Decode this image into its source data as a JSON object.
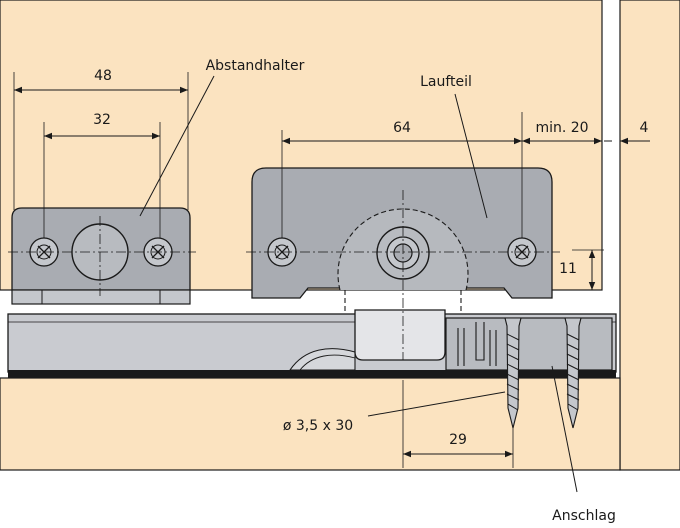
{
  "colors": {
    "wood": "#fbe3c0",
    "wood_dark": "#f6d5a7",
    "rail": "#c9cbd0",
    "rail_dark": "#a5a8ae",
    "part": "#a9acb2",
    "part_light": "#c4c7cc",
    "edge": "#1a1a1a",
    "gap": "#ffffff"
  },
  "dimensions": {
    "d48": "48",
    "d32": "32",
    "d64": "64",
    "min20": "min. 20",
    "d4": "4",
    "d11": "11",
    "screw": "ø 3,5 x 30",
    "d29": "29"
  },
  "labels": {
    "spacer": "Abstandhalter",
    "runner": "Laufteil",
    "stop": "Anschlag"
  }
}
